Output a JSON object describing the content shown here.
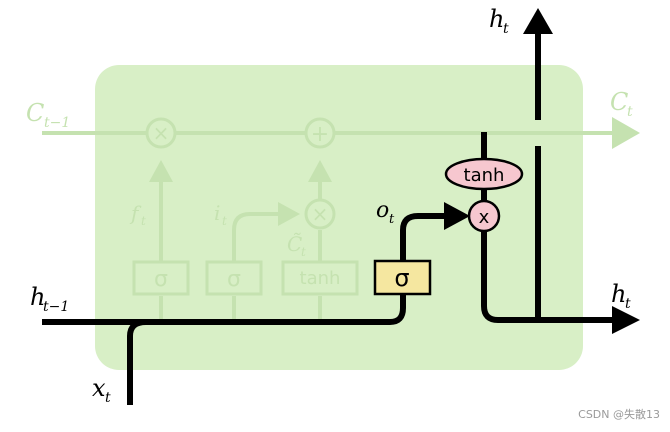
{
  "diagram": {
    "labels": {
      "c_prev": "C",
      "c_prev_sub": "t−1",
      "c_next": "C",
      "c_next_sub": "t",
      "h_prev": "h",
      "h_prev_sub": "t−1",
      "x_in": "x",
      "x_in_sub": "t",
      "h_out_top": "h",
      "h_out_top_sub": "t",
      "h_out_right": "h",
      "h_out_right_sub": "t",
      "f_gate": "f",
      "f_gate_sub": "t",
      "i_gate": "i",
      "i_gate_sub": "t",
      "c_tilde": "C̃",
      "c_tilde_sub": "t",
      "o_gate": "o",
      "o_gate_sub": "t"
    },
    "ops": {
      "mult_forget": "×",
      "add_cell": "+",
      "mult_input": "×",
      "mult_output": "x"
    },
    "gates": {
      "sigma_forget": "σ",
      "sigma_input": "σ",
      "tanh_candidate": "tanh",
      "sigma_output": "σ",
      "tanh_output": "tanh"
    },
    "colors": {
      "cell_bg": "#d8efc6",
      "faded": "#c5e2b0",
      "active": "#000000",
      "sigma_yellow": "#f5e7a0",
      "tanh_pink": "#f6c7cf"
    }
  },
  "watermark": "CSDN @失散13"
}
